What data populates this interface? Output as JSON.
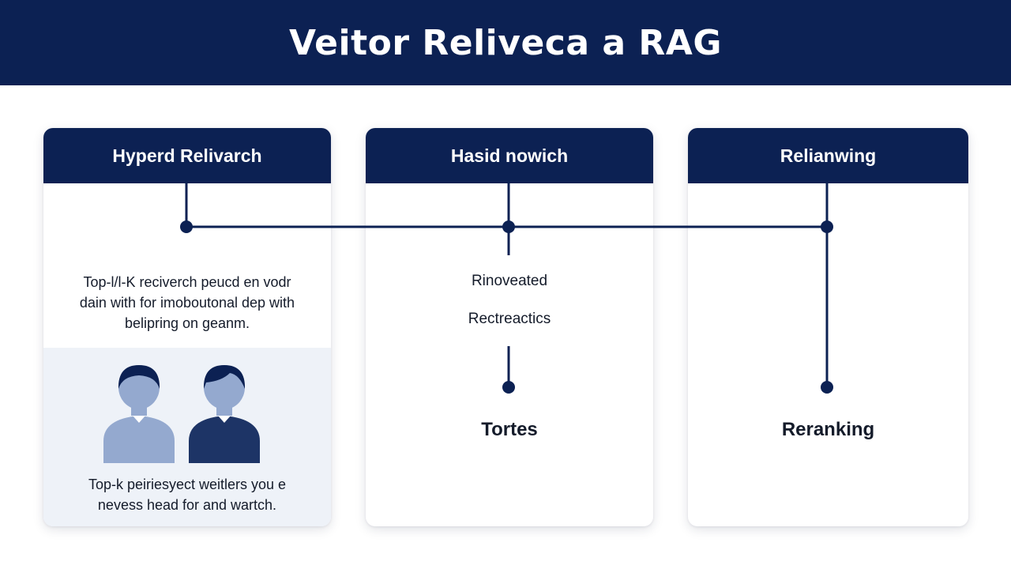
{
  "title": "Veitor Reliveca a RAG",
  "columns": [
    {
      "header": "Hyperd Relivarch",
      "description": [
        "Top-l/l-K reciverch peucd en vodr",
        "dain with for imoboutonal dep with",
        "belipring on geanm."
      ],
      "caption": [
        "Top-k peiriesyect weitlers you e",
        "nevess head for  and wartch."
      ]
    },
    {
      "header": "Hasid nowich",
      "steps": [
        "Rinoveated",
        "Rectreactics"
      ],
      "result": "Tortes"
    },
    {
      "header": "Relianwing",
      "result": "Reranking"
    }
  ],
  "colors": {
    "navy": "#0c2153",
    "light_panel": "#eef2f8",
    "person_light": "#94a9cf",
    "person_dark": "#1d3466"
  }
}
